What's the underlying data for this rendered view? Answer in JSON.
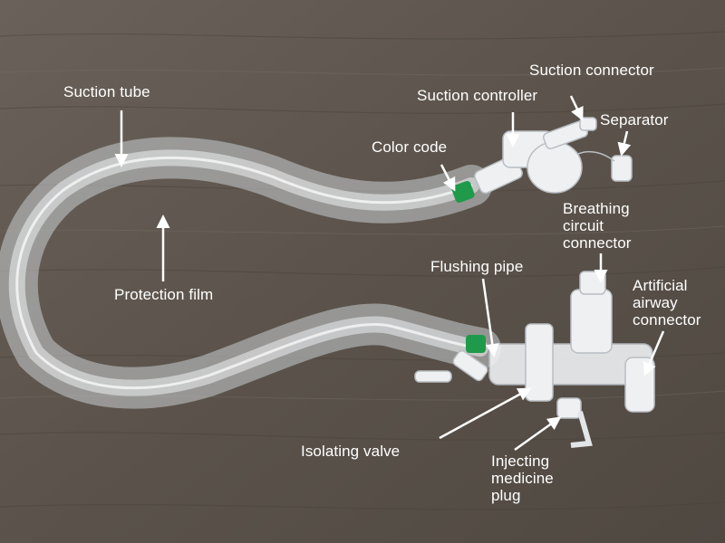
{
  "labels": {
    "suction_tube": "Suction tube",
    "suction_controller": "Suction controller",
    "suction_connector": "Suction connector",
    "separator": "Separator",
    "color_code": "Color code",
    "breathing_circuit_connector": "Breathing\ncircuit\nconnector",
    "flushing_pipe": "Flushing pipe",
    "artificial_airway_connector": "Artificial\nairway\nconnector",
    "protection_film": "Protection film",
    "isolating_valve": "Isolating valve",
    "injecting_medicine_plug": "Injecting\nmedicine\nplug"
  },
  "colors": {
    "background_wood": "#5e564e",
    "label_text": "#ffffff",
    "pointer_arrow": "#ffffff",
    "tube_plastic": "#d9dde0",
    "color_code_ring": "#1f9a4a"
  }
}
